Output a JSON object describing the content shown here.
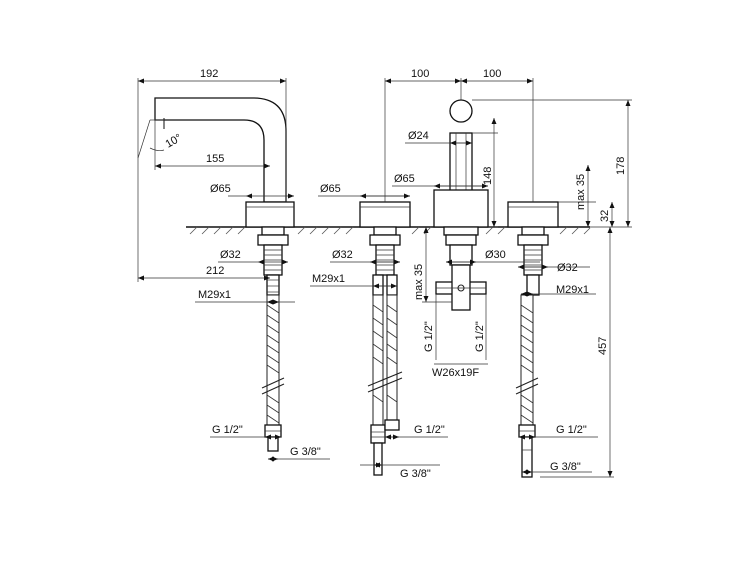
{
  "dims": {
    "d192": "192",
    "d155": "155",
    "d212": "212",
    "d100a": "100",
    "d100b": "100",
    "d178": "178",
    "d148": "148",
    "d457": "457",
    "d32v": "32",
    "max35a": "max 35",
    "max35b": "max 35",
    "angle10": "10°",
    "o65a": "Ø65",
    "o65b": "Ø65",
    "o65c": "Ø65",
    "o24": "Ø24",
    "o32a": "Ø32",
    "o32b": "Ø32",
    "o32c": "Ø32",
    "o30": "Ø30",
    "m29a": "M29x1",
    "m29b": "M29x1",
    "m29c": "M29x1",
    "g12v1": "G 1/2\"",
    "g12v2": "G 1/2\"",
    "w26": "W26x19F",
    "g12a": "G 1/2\"",
    "g12b": "G 1/2\"",
    "g12c": "G 1/2\"",
    "g38a": "G 3/8\"",
    "g38b": "G 3/8\"",
    "g38c": "G 3/8\""
  }
}
